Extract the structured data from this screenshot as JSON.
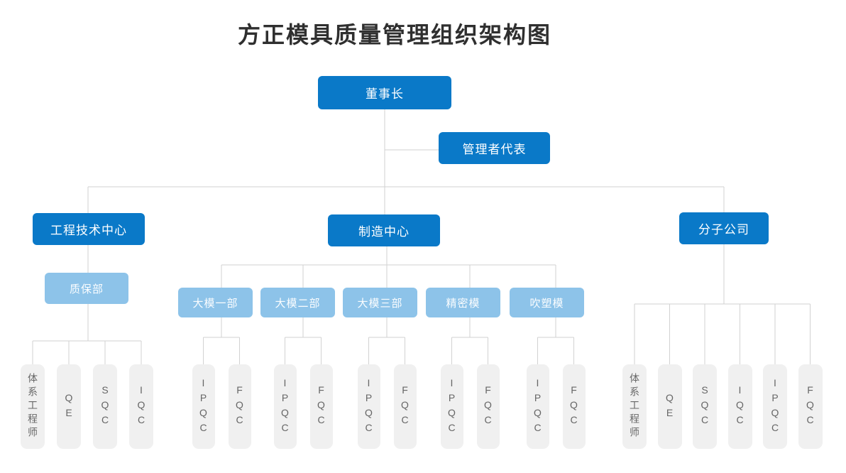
{
  "title": "方正模具质量管理组织架构图",
  "palette": {
    "primary": "#0a79c8",
    "light": "#8dc3e9",
    "leaf_bg": "#f0f0f0",
    "leaf_text": "#666666",
    "line": "#d2d2d2",
    "title_text": "#2f2f2f"
  },
  "org": {
    "chairman": "董事长",
    "management_rep": "管理者代表",
    "branches": {
      "engineering": "工程技术中心",
      "manufacturing": "制造中心",
      "subsidiaries": "分子公司"
    },
    "qa_dept": "质保部",
    "mfg_depts": [
      "大模一部",
      "大模二部",
      "大模三部",
      "精密模",
      "吹塑模"
    ],
    "qa_leaves": [
      "体系工程师",
      "QE",
      "SQC",
      "IQC"
    ],
    "mfg_leaves": [
      "IPQC",
      "FQC"
    ],
    "subsidiary_leaves": [
      "体系工程师",
      "QE",
      "SQC",
      "IQC",
      "IPQC",
      "FQC"
    ]
  }
}
